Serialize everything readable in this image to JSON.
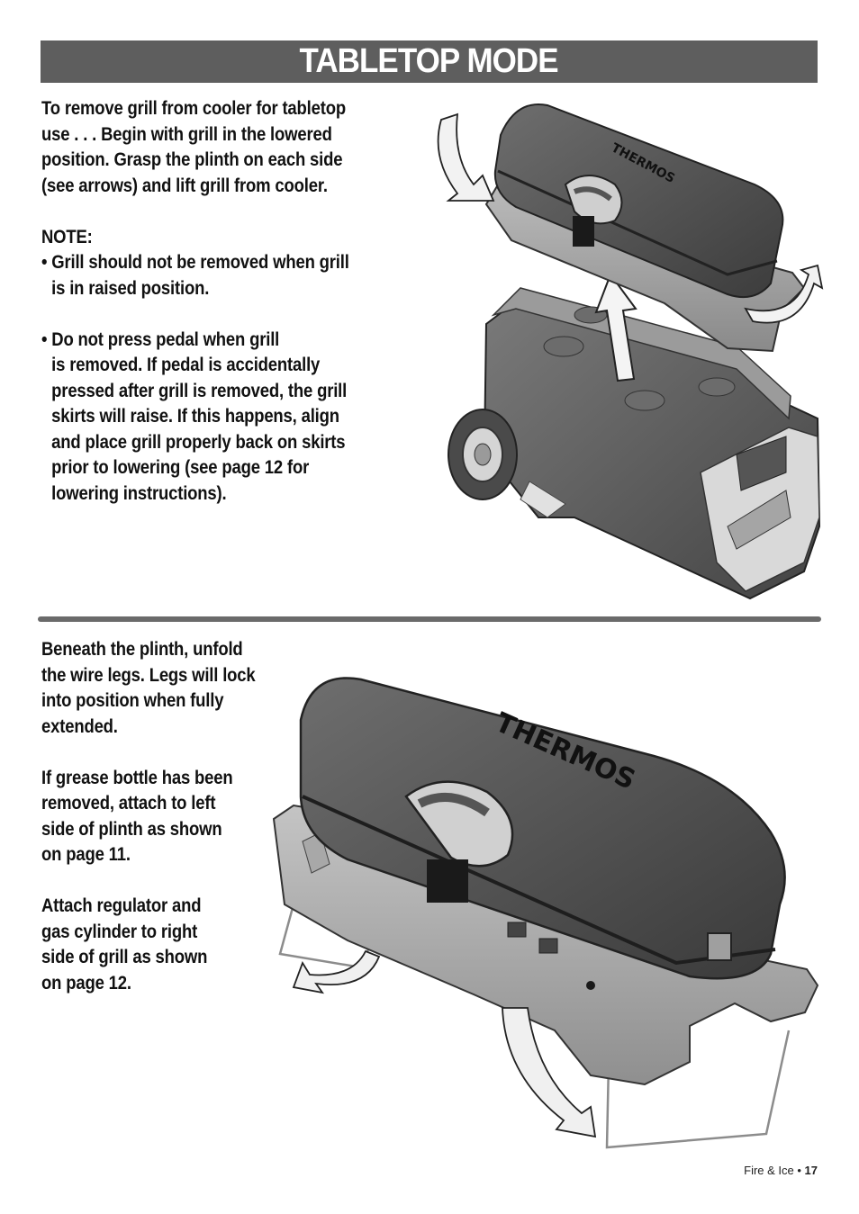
{
  "header": {
    "title": "TABLETOP MODE"
  },
  "section1": {
    "intro_lines": [
      "To remove grill from cooler for tabletop",
      "use . . . Begin with grill in the lowered",
      "position. Grasp the plinth on each side",
      "(see arrows) and lift grill from cooler."
    ],
    "note_heading": "NOTE:",
    "bullet1_lines": [
      "• Grill should not be removed when grill",
      "is in raised position."
    ],
    "bullet2_lines": [
      "• Do not press pedal when grill",
      "is removed. If pedal is accidentally",
      "pressed after grill is removed, the grill",
      "skirts will raise. If this happens, align",
      "and place grill properly back on skirts",
      "prior to lowering (see page 12 for",
      "lowering instructions)."
    ],
    "illustration_brand": "THERMOS"
  },
  "section2": {
    "para1_lines": [
      "Beneath the plinth, unfold",
      "the wire legs. Legs will lock",
      "into position when fully",
      "extended."
    ],
    "para2_lines": [
      "If grease bottle has been",
      "removed, attach to left",
      "side of plinth as shown",
      "on page 11."
    ],
    "para3_lines": [
      "Attach regulator and",
      "gas cylinder to right",
      "side of grill as shown",
      "on page 12."
    ],
    "illustration_brand": "THERMOS"
  },
  "footer": {
    "label": "Fire & Ice",
    "separator": " • ",
    "page_number": "17"
  }
}
